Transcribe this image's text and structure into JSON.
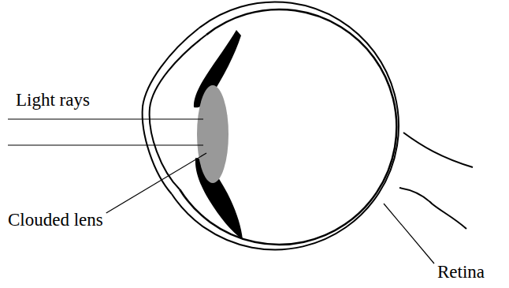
{
  "diagram": {
    "labels": [
      "Light rays",
      "Clouded lens",
      "Retina"
    ]
  }
}
